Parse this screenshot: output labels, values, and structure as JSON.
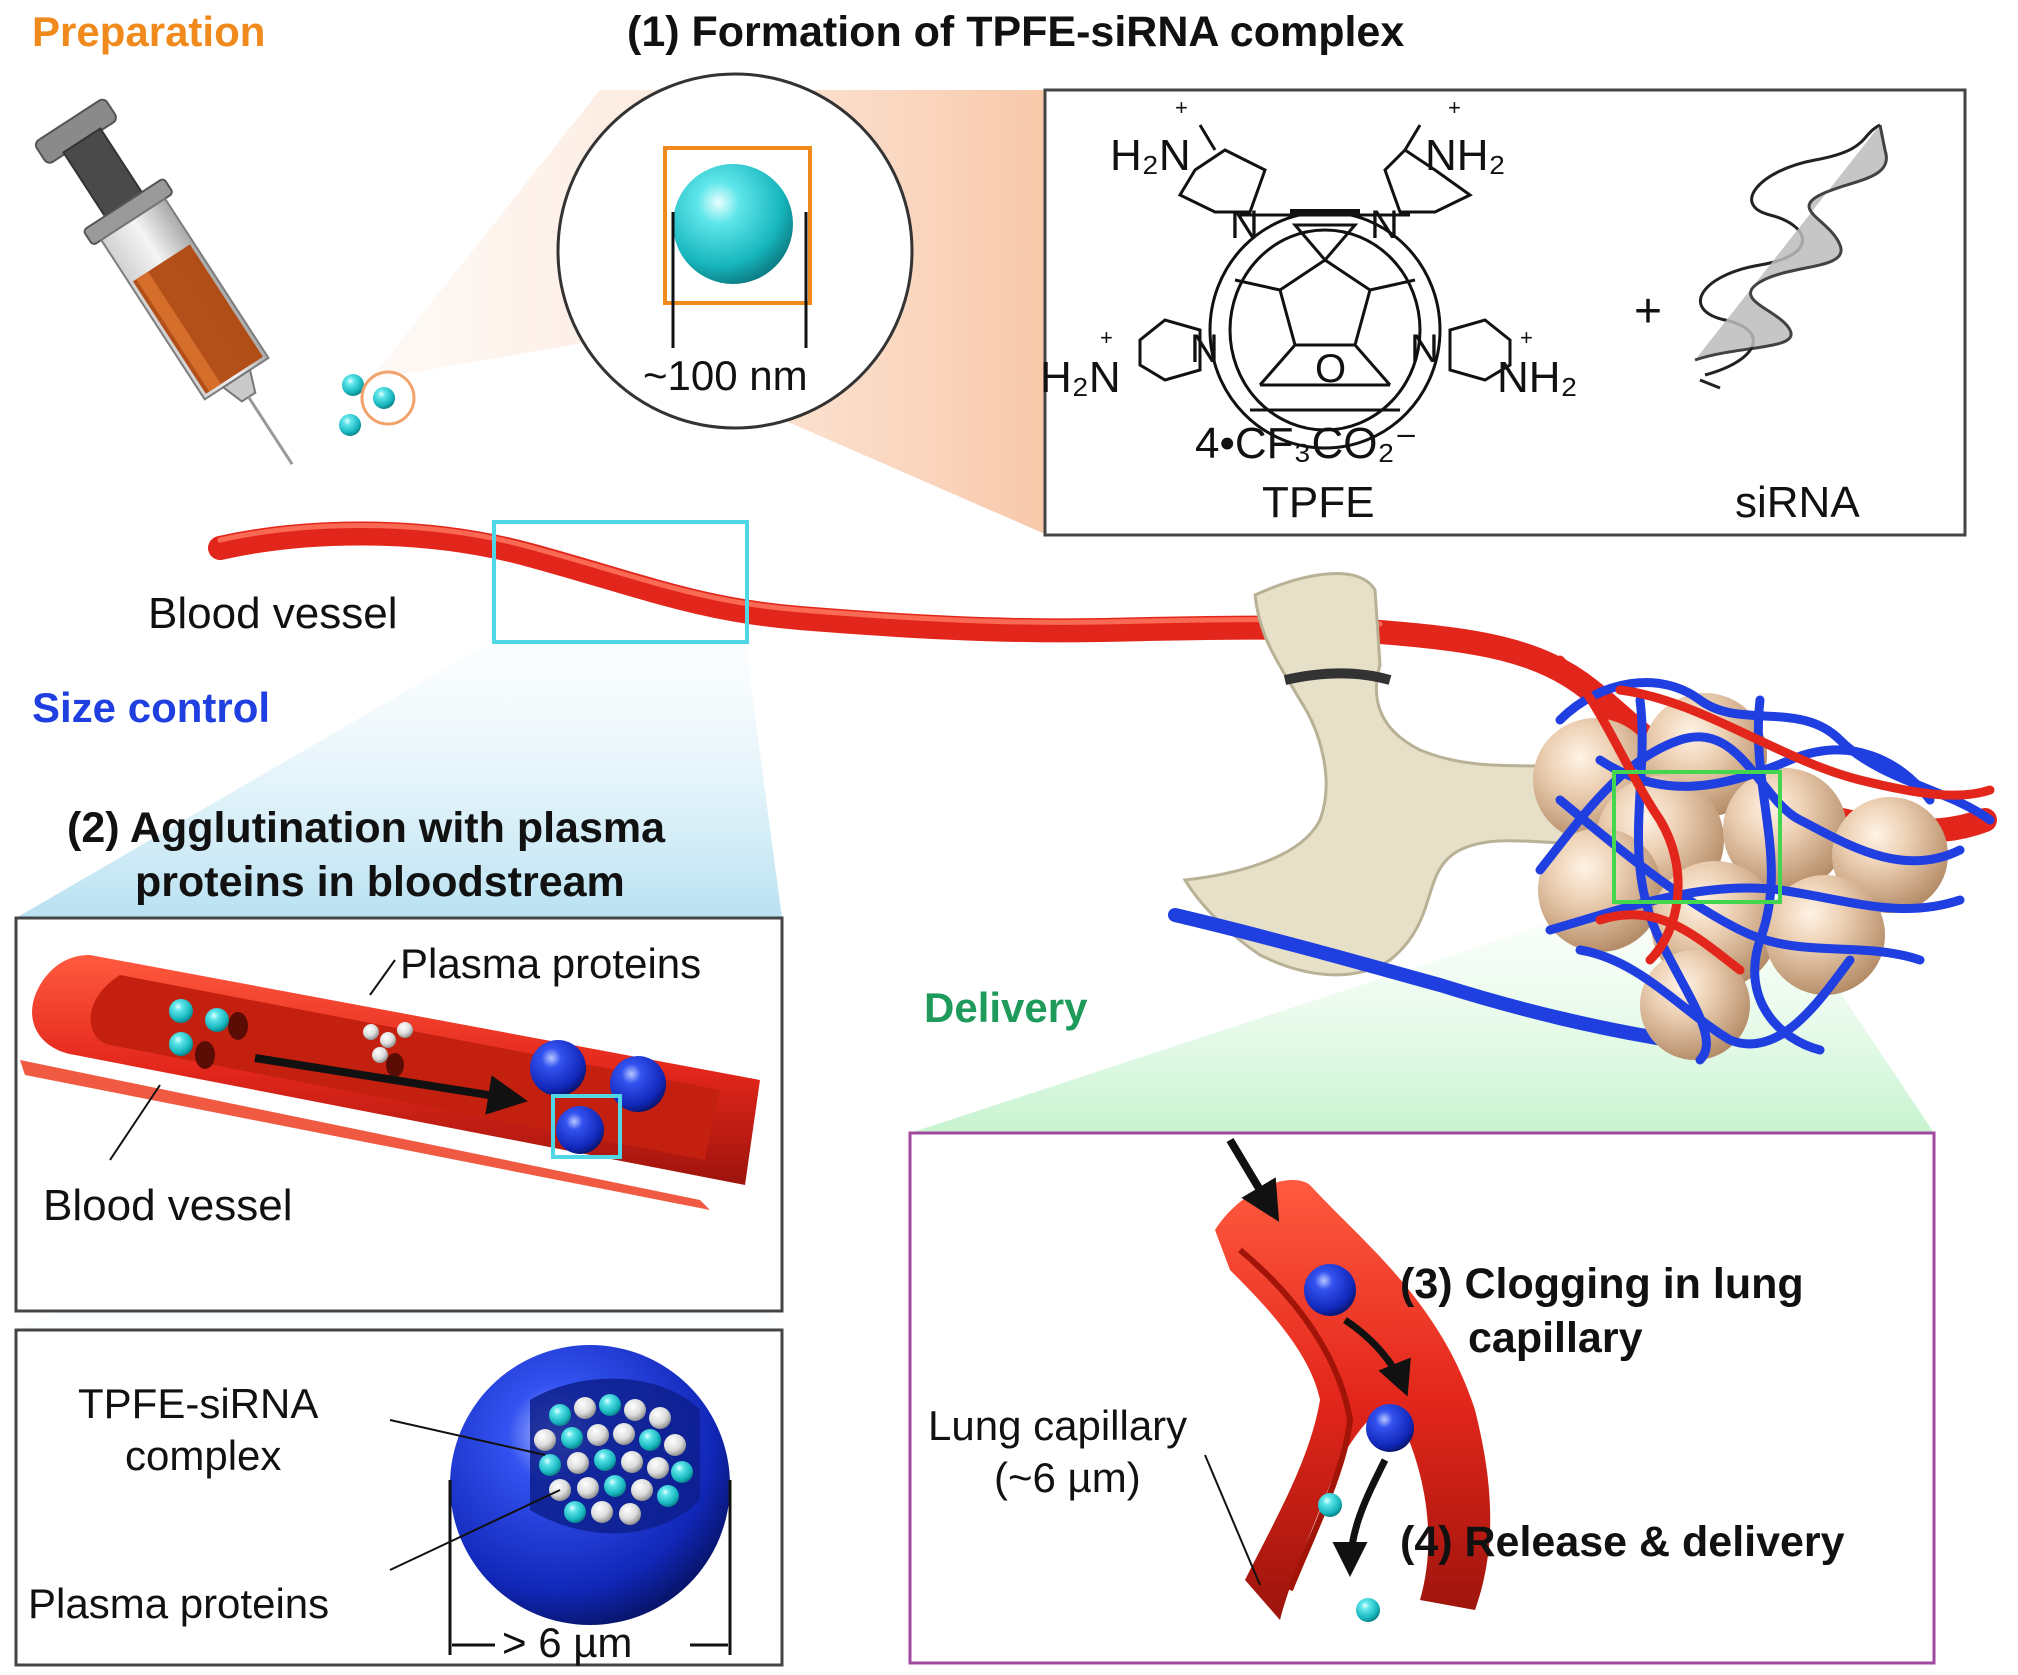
{
  "sections": {
    "preparation": "Preparation",
    "size_control": "Size control",
    "delivery": "Delivery"
  },
  "steps": {
    "step1": "(1) Formation of TPFE-siRNA complex",
    "step2_line1": "(2) Agglutination with plasma",
    "step2_line2": "proteins in bloodstream",
    "step3_line1": "(3) Clogging in lung",
    "step3_line2": "capillary",
    "step4": "(4) Release & delivery"
  },
  "labels": {
    "size_100nm": "~100 nm",
    "blood_vessel_main": "Blood vessel",
    "plasma_proteins_tube": "Plasma proteins",
    "blood_vessel_tube": "Blood vessel",
    "tpfe_sirna_line1": "TPFE-siRNA",
    "tpfe_sirna_line2": "complex",
    "plasma_proteins_sphere": "Plasma proteins",
    "size_6um": "> 6 µm",
    "lung_capillary_line1": "Lung capillary",
    "lung_capillary_line2": "(~6 µm)"
  },
  "chemistry": {
    "h2n_top_left": "H₂N",
    "nh2_top_right": "NH₂",
    "h2n_bottom_left": "H₂N",
    "nh2_bottom_right": "NH₂",
    "plus_charge": "+",
    "n_atom": "N",
    "o_atom": "O",
    "counterion": "4•CF₃CO₂⁻",
    "tpfe_label": "TPFE",
    "plus_sign": "+",
    "sirna_label": "siRNA"
  },
  "colors": {
    "preparation": "#F08A1C",
    "size_control": "#1F3FE0",
    "delivery": "#1E9A5A",
    "vessel_red": "#E3261B",
    "nanoparticle_cyan": "#2BD3D8",
    "aggregate_blue": "#1533D6",
    "lung_tan": "#E9C9AA",
    "trachea_beige": "#E6E0C8",
    "zoom_orange": "#F2A36C",
    "zoom_cyan": "#4FD7E6",
    "zoom_green": "#43D64F",
    "panel_magenta": "#A0489E"
  }
}
